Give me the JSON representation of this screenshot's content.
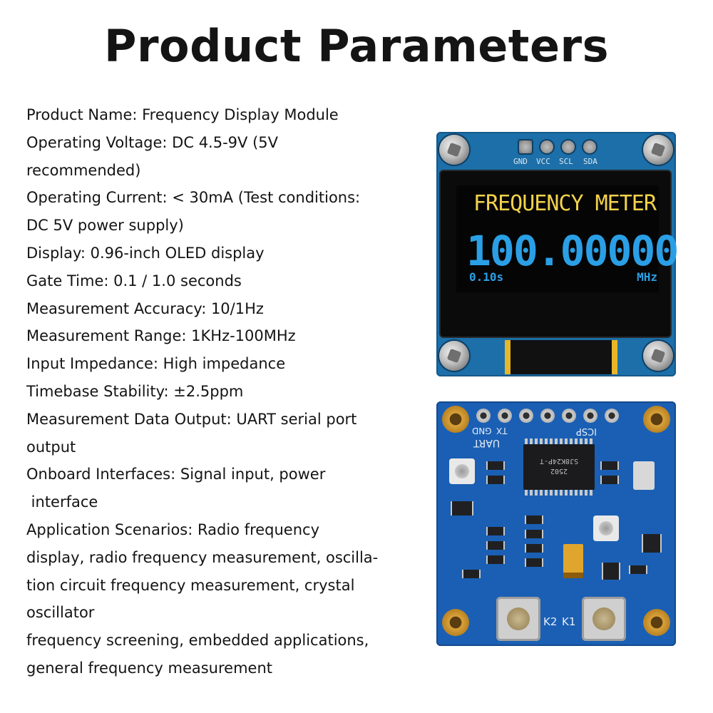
{
  "page": {
    "title": "Product Parameters"
  },
  "params": [
    "Product Name: Frequency Display Module",
    "Operating Voltage: DC 4.5-9V (5V",
    "recommended)",
    "Operating Current: < 30mA (Test conditions:",
    "DC 5V power supply)",
    "Display: 0.96-inch OLED display",
    "Gate Time: 0.1 / 1.0 seconds",
    "Measurement Accuracy: 10/1Hz",
    "Measurement Range: 1KHz-100MHz",
    "Input Impedance: High impedance",
    "Timebase Stability: ±2.5ppm",
    "Measurement Data Output: UART serial port",
    "output",
    "Onboard Interfaces: Signal input, power",
    " interface",
    "Application Scenarios: Radio frequency",
    "display, radio frequency measurement, oscilla-",
    "tion circuit frequency measurement, crystal",
    "oscillator",
    "frequency screening, embedded applications,",
    "general frequency measurement"
  ],
  "oled_module": {
    "pins": [
      "GND",
      "VCC",
      "SCL",
      "SDA"
    ],
    "screen": {
      "heading": "FREQUENCY METER",
      "reading": "100.00000",
      "gate": "0.10s",
      "unit": "MHz"
    },
    "colors": {
      "pcb": "#1c6fa8",
      "heading": "#f3d24a",
      "reading": "#2a9fe6"
    }
  },
  "pcb_module": {
    "labels": {
      "uart": "UART",
      "tx": "TX",
      "gnd": "GND",
      "icsp": "ICSP",
      "chip": "2502\nSJ8K24P-T",
      "k1": "K1",
      "k2": "K2"
    },
    "colors": {
      "pcb": "#1a5fb4"
    }
  }
}
